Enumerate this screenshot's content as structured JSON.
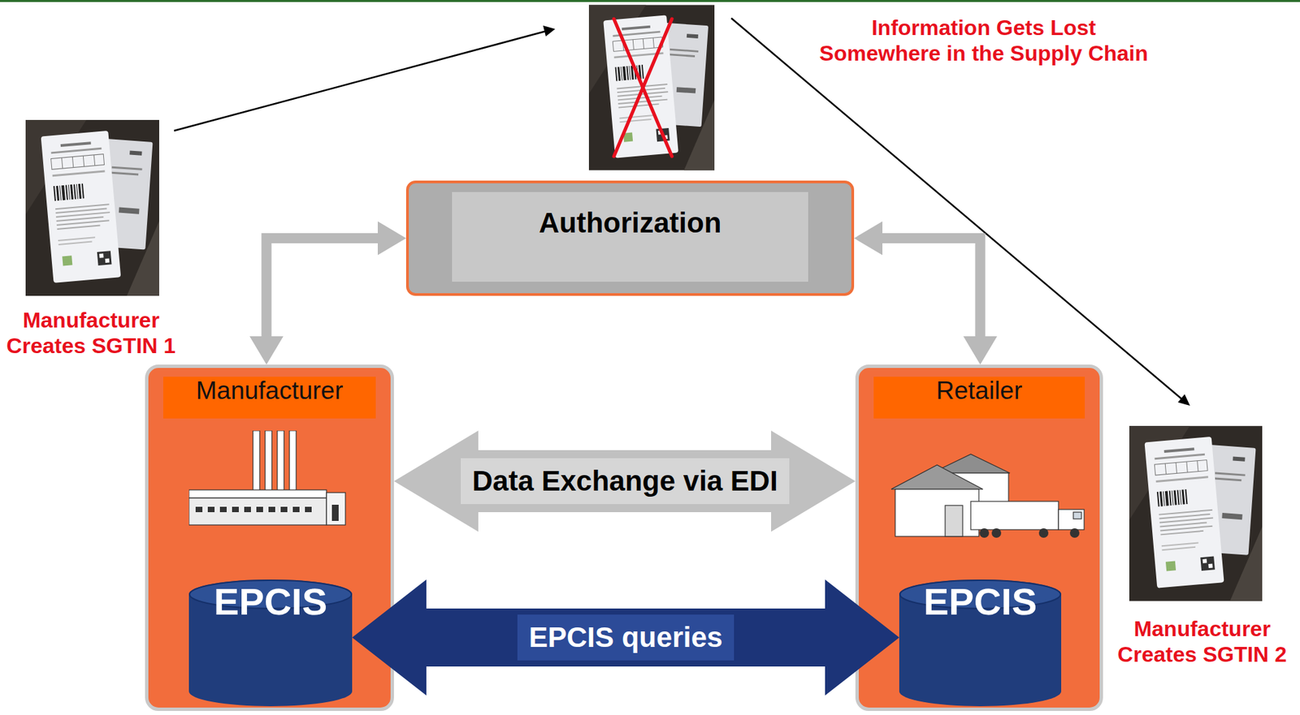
{
  "diagram": {
    "nodes": [
      {
        "text": [
          "Authorization"
        ]
      },
      {
        "text": [
          "Manufacturer"
        ]
      },
      {
        "text": [
          "EPCIS"
        ],
        "in": 1
      },
      {
        "text": [
          "Retailer"
        ]
      },
      {
        "text": [
          "EPCIS"
        ],
        "in": 3
      }
    ],
    "edges": [
      {
        "from": 0,
        "to": 1,
        "arrow": "both"
      },
      {
        "from": 0,
        "to": 3,
        "arrow": "both"
      },
      {
        "from": 1,
        "to": 3,
        "arrow": "both",
        "label": "Data Exchange via EDI"
      },
      {
        "from": 2,
        "to": 4,
        "arrow": "both",
        "label": "EPCIS queries"
      }
    ],
    "labels": [
      "Information Gets Lost Somewhere in the Supply Chain",
      "Manufacturer Creates SGTIN 1",
      "Manufacturer Creates SGTIN 2"
    ]
  }
}
